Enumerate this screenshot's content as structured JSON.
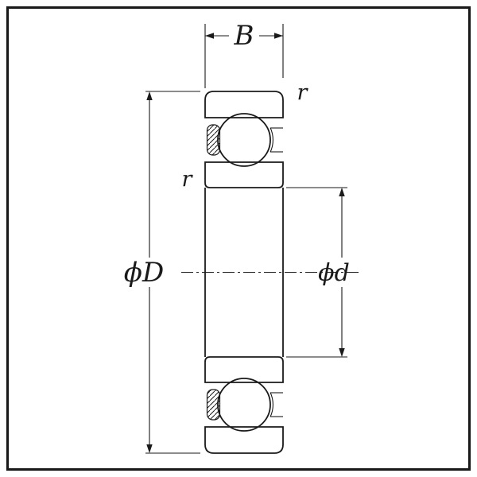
{
  "diagram": {
    "type": "deep-groove-ball-bearing-cross-section",
    "labels": {
      "width": "B",
      "outer_corner_radius": "r",
      "inner_corner_radius": "r",
      "outer_diameter": "ϕD",
      "bore_diameter": "ϕd"
    },
    "colors": {
      "line": "#1a1a1a",
      "ring_fill": "#dcdcdc",
      "background": "#ffffff"
    }
  }
}
